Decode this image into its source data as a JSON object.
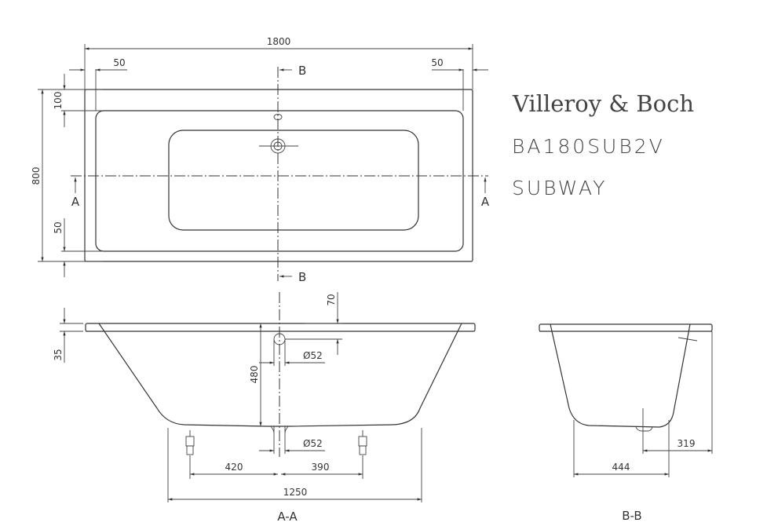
{
  "brand": {
    "logo_text": "Villeroy & Boch",
    "model_code": "BA180SUB2V",
    "series_name": "SUBWAY"
  },
  "plan_view": {
    "overall_length": "1800",
    "overall_width": "800",
    "rim_left": "50",
    "rim_right": "50",
    "rim_top": "100",
    "rim_bottom": "50",
    "section_a": "A",
    "section_b": "B"
  },
  "section_aa": {
    "title": "A-A",
    "rim_thickness": "35",
    "overflow_offset": "70",
    "depth": "480",
    "overflow_diameter": "Ø52",
    "drain_diameter": "Ø52",
    "foot_left_to_drain": "420",
    "drain_to_foot_right": "390",
    "base_length": "1250"
  },
  "section_bb": {
    "title": "B-B",
    "drain_to_edge": "319",
    "base_width": "444"
  }
}
